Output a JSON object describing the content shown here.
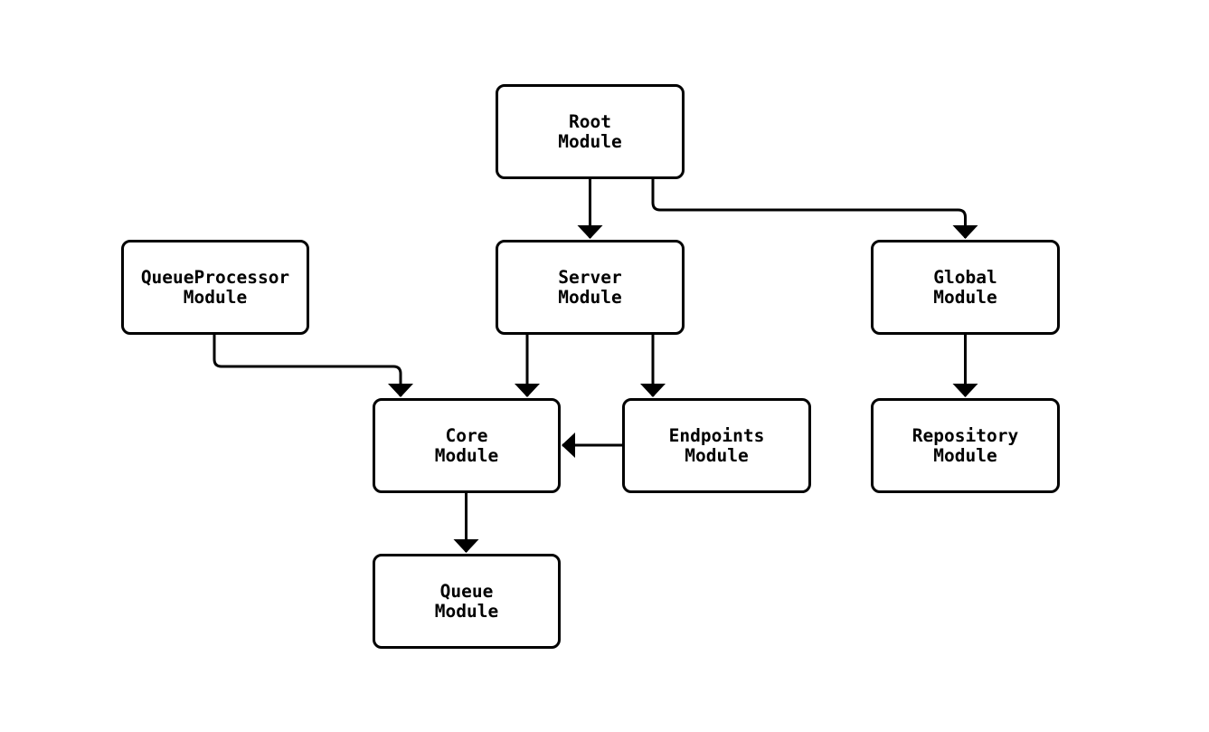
{
  "diagram": {
    "type": "module-dependency-graph",
    "nodes": [
      {
        "id": "root",
        "line1": "Root",
        "line2": "Module"
      },
      {
        "id": "queueprocessor",
        "line1": "QueueProcessor",
        "line2": "Module"
      },
      {
        "id": "server",
        "line1": "Server",
        "line2": "Module"
      },
      {
        "id": "global",
        "line1": "Global",
        "line2": "Module"
      },
      {
        "id": "core",
        "line1": "Core",
        "line2": "Module"
      },
      {
        "id": "endpoints",
        "line1": "Endpoints",
        "line2": "Module"
      },
      {
        "id": "repository",
        "line1": "Repository",
        "line2": "Module"
      },
      {
        "id": "queue",
        "line1": "Queue",
        "line2": "Module"
      }
    ],
    "edges": [
      {
        "from": "root",
        "to": "server"
      },
      {
        "from": "root",
        "to": "global"
      },
      {
        "from": "queueprocessor",
        "to": "core"
      },
      {
        "from": "server",
        "to": "core"
      },
      {
        "from": "server",
        "to": "endpoints"
      },
      {
        "from": "endpoints",
        "to": "core"
      },
      {
        "from": "global",
        "to": "repository"
      },
      {
        "from": "core",
        "to": "queue"
      }
    ],
    "colors": {
      "background": "#ffffff",
      "node_fill": "#ffffff",
      "node_border": "#000000",
      "edge": "#000000",
      "text": "#000000"
    }
  }
}
